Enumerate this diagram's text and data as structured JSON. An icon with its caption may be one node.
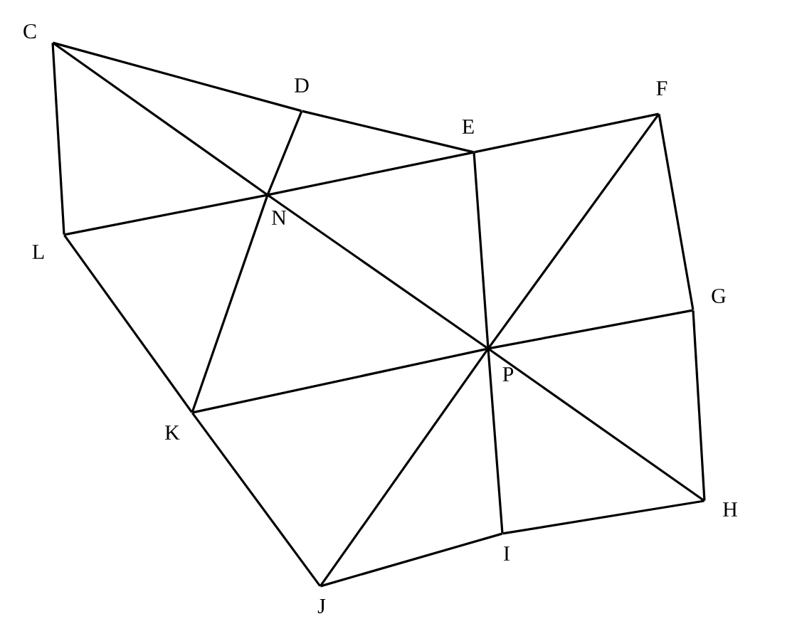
{
  "diagram": {
    "nodes": [
      {
        "text": [
          "C"
        ]
      },
      {
        "text": [
          "D"
        ]
      },
      {
        "text": [
          "E"
        ]
      },
      {
        "text": [
          "F"
        ]
      },
      {
        "text": [
          "G"
        ]
      },
      {
        "text": [
          "H"
        ]
      },
      {
        "text": [
          "I"
        ]
      },
      {
        "text": [
          "J"
        ]
      },
      {
        "text": [
          "K"
        ]
      },
      {
        "text": [
          "L"
        ]
      },
      {
        "text": [
          "N"
        ]
      },
      {
        "text": [
          "P"
        ]
      }
    ],
    "edges": [
      {
        "from": 0,
        "to": 1,
        "arrow": "none"
      },
      {
        "from": 1,
        "to": 2,
        "arrow": "none"
      },
      {
        "from": 2,
        "to": 3,
        "arrow": "none"
      },
      {
        "from": 3,
        "to": 4,
        "arrow": "none"
      },
      {
        "from": 4,
        "to": 5,
        "arrow": "none"
      },
      {
        "from": 5,
        "to": 6,
        "arrow": "none"
      },
      {
        "from": 6,
        "to": 7,
        "arrow": "none"
      },
      {
        "from": 7,
        "to": 8,
        "arrow": "none"
      },
      {
        "from": 8,
        "to": 9,
        "arrow": "none"
      },
      {
        "from": 9,
        "to": 0,
        "arrow": "none"
      },
      {
        "from": 0,
        "to": 10,
        "arrow": "none"
      },
      {
        "from": 10,
        "to": 11,
        "arrow": "none"
      },
      {
        "from": 11,
        "to": 5,
        "arrow": "none"
      },
      {
        "from": 9,
        "to": 10,
        "arrow": "none"
      },
      {
        "from": 10,
        "to": 2,
        "arrow": "none"
      },
      {
        "from": 1,
        "to": 10,
        "arrow": "none"
      },
      {
        "from": 10,
        "to": 8,
        "arrow": "none"
      },
      {
        "from": 2,
        "to": 11,
        "arrow": "none"
      },
      {
        "from": 11,
        "to": 6,
        "arrow": "none"
      },
      {
        "from": 3,
        "to": 11,
        "arrow": "none"
      },
      {
        "from": 11,
        "to": 7,
        "arrow": "none"
      },
      {
        "from": 4,
        "to": 11,
        "arrow": "none"
      },
      {
        "from": 11,
        "to": 8,
        "arrow": "none"
      }
    ]
  }
}
